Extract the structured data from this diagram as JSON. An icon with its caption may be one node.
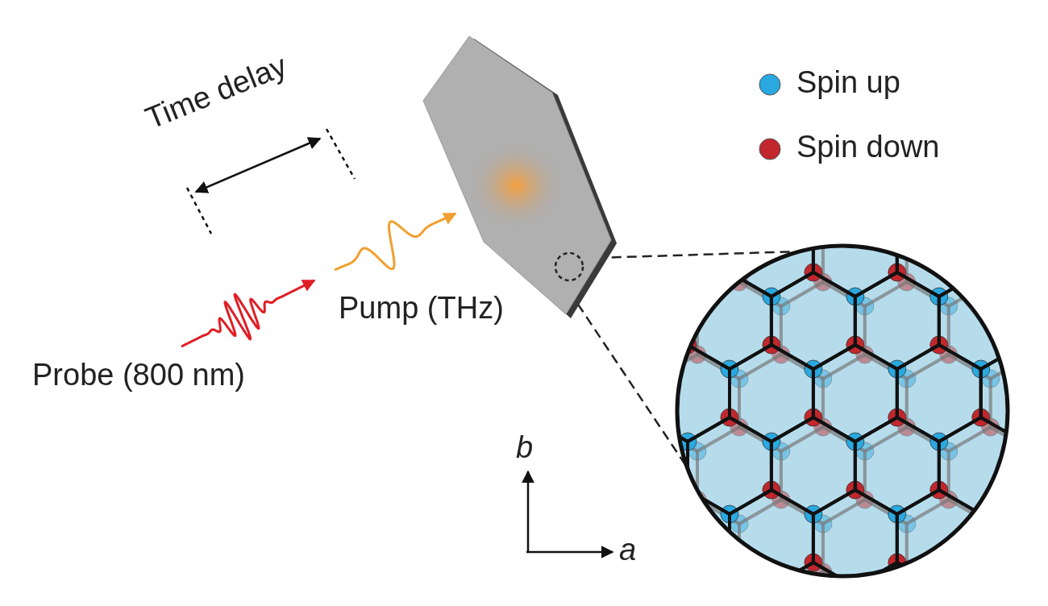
{
  "diagram": {
    "nodes": [
      {
        "text": [],
        "shape": "picture",
        "beside": [
          "Probe (800 nm)"
        ]
      },
      {
        "text": [],
        "shape": "picture",
        "beside": [
          "Pump (THz)"
        ]
      },
      {
        "text": [],
        "shape": "picture"
      },
      {
        "text": [],
        "shape": "circle",
        "in": 2
      },
      {
        "text": [],
        "shape": "picture"
      }
    ],
    "edges": [
      {
        "from": 3,
        "to": 4,
        "arrow": "none",
        "style": "dashed"
      },
      {
        "from": 3,
        "to": 4,
        "arrow": "none",
        "style": "dashed"
      }
    ],
    "labels": [
      "Time delay",
      "b",
      "a"
    ],
    "legend": [
      {
        "text": "Spin up",
        "color": "#2aa8e0"
      },
      {
        "text": "Spin down",
        "color": "#c1272d"
      }
    ]
  }
}
